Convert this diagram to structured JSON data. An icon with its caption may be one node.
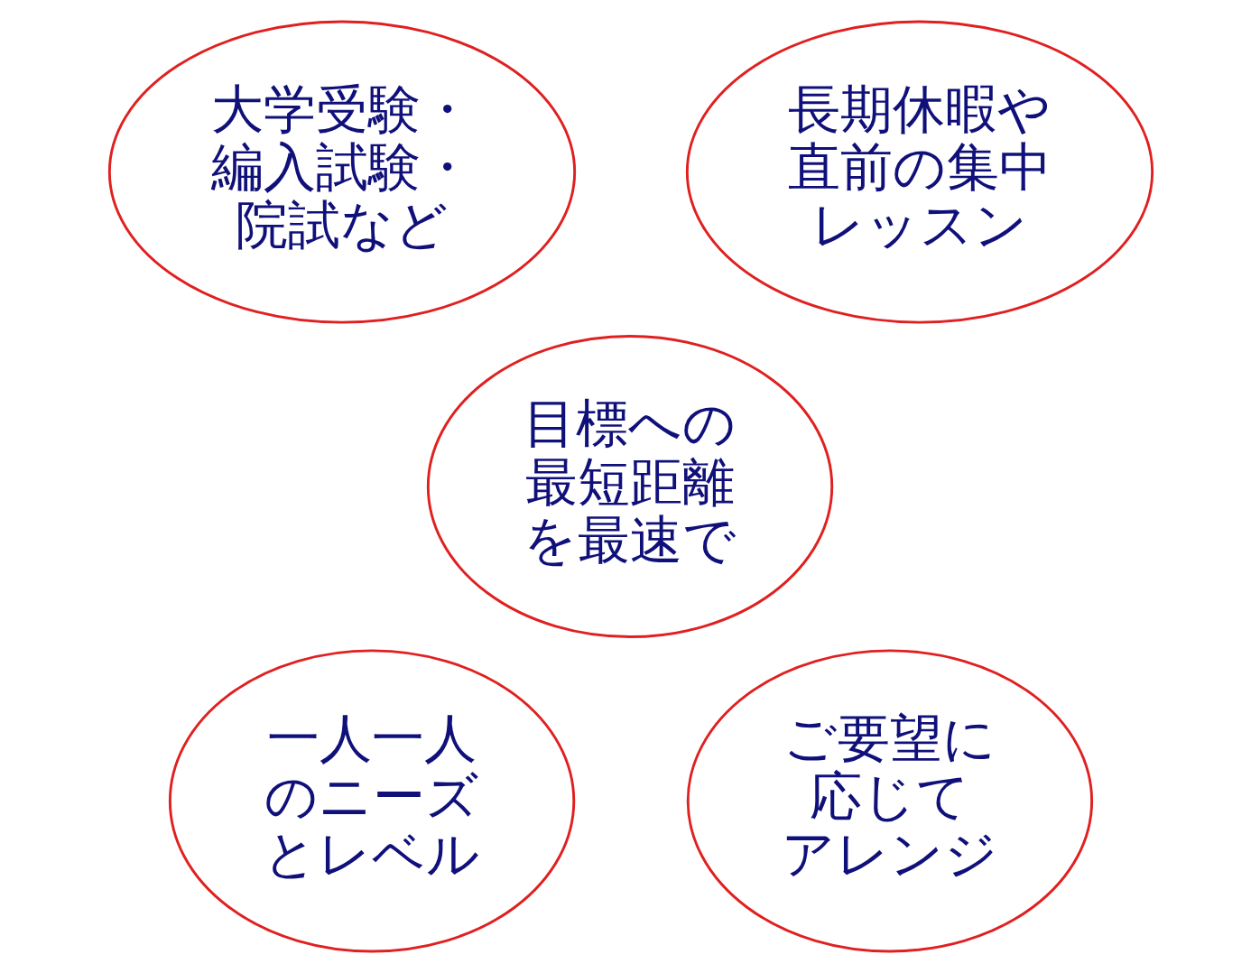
{
  "diagram": {
    "nodes": [
      {
        "text": [
          "大学受験・編入試験・院試など"
        ]
      },
      {
        "text": [
          "長期休暇や直前の集中レッスン"
        ]
      },
      {
        "text": [
          "目標への最短距離を最速で"
        ]
      },
      {
        "text": [
          "一人一人のニーズとレベル"
        ]
      },
      {
        "text": [
          "ご要望に応じてアレンジ"
        ]
      }
    ]
  }
}
